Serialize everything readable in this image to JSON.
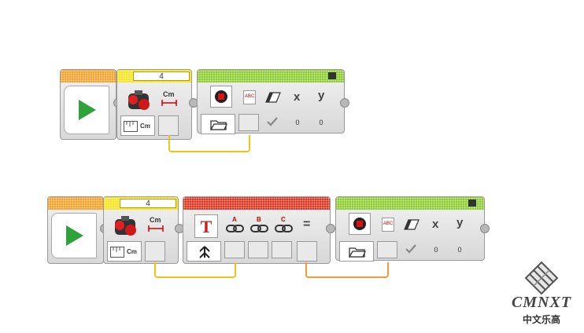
{
  "program_rows": [
    {
      "move_value": "4",
      "move_unit": "Cm",
      "sensor_mode_unit": "Cm",
      "display": {
        "x_label": "x",
        "y_label": "y",
        "x_value": "0",
        "y_value": "0",
        "text_icon": "ABC"
      }
    },
    {
      "move_value": "4",
      "move_unit": "Cm",
      "sensor_mode_unit": "Cm",
      "text_block": {
        "input_a": "A",
        "input_b": "B",
        "input_c": "C",
        "result": "="
      },
      "display": {
        "x_label": "x",
        "y_label": "y",
        "x_value": "0",
        "y_value": "0",
        "text_icon": "ABC"
      }
    }
  ],
  "watermark": {
    "brand": "CMNXT",
    "subtitle": "中文乐高"
  },
  "colors": {
    "flow_orange": "#f6a12a",
    "sensor_yellow": "#f6e51c",
    "display_green": "#8ccd2f",
    "text_red": "#e0331d",
    "wire_yellow": "#f2c21a",
    "wire_orange": "#f39a3b"
  }
}
